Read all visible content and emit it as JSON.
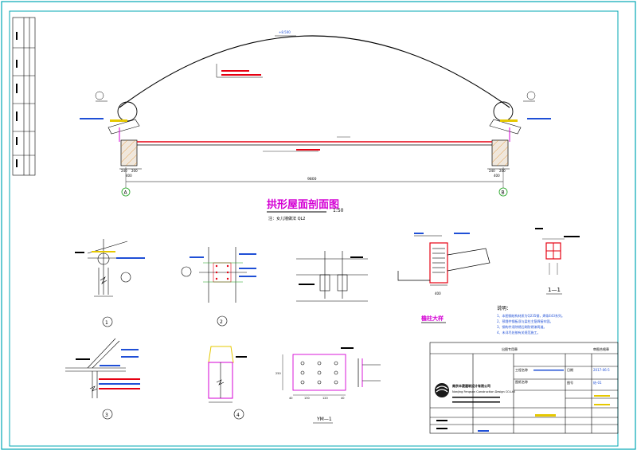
{
  "drawing": {
    "main_title": "拱形屋面剖面图",
    "main_scale": "1:50",
    "main_note": "注：女儿墙做法 QL2",
    "overall_span": "9800",
    "axis_left": "A",
    "axis_right": "B",
    "dim_left": [
      "240",
      "200",
      "400"
    ],
    "dim_right": [
      "240",
      "200",
      "400"
    ],
    "arch_elev": "+8.500",
    "section_1_label": "1—1",
    "column_detail_label": "檐柱大样",
    "plate_label": "YM—1",
    "plate_dims_h": [
      "40",
      "130",
      "120",
      "40"
    ],
    "plate_dims_v": [
      "250"
    ],
    "detail_nums": [
      "1",
      "2",
      "3",
      "4"
    ],
    "notes_title": "说明：",
    "notes": [
      "1、本图钢结构材质为Q235钢，焊条E43系列。",
      "2、预埋件钢板须与梁柱主筋焊接牢固。",
      "3、钢构件须除锈后刷防锈漆两道。",
      "4、未详尽处按有关规范施工。"
    ]
  },
  "title_block": {
    "company_cn": "南京丰晟建筑设计有限公司",
    "company_en": "Nanjing Fengsun Construction Design CO.Ltd",
    "project_label": "工程名称",
    "drawing_label": "图纸名称",
    "date_label": "日期",
    "date_value": "2017-06-5",
    "sheet_label": "图号",
    "sheet_value": "结-01",
    "stamp_label": "出图专用章",
    "seal_label": "审图合格章"
  },
  "colors": {
    "frame": "#00a7b3",
    "line": "#000000",
    "red": "#e60012",
    "blue": "#1f4fd6",
    "magenta": "#d400d4",
    "green": "#18a018",
    "yellow": "#e6c800",
    "orange": "#e07a00"
  }
}
